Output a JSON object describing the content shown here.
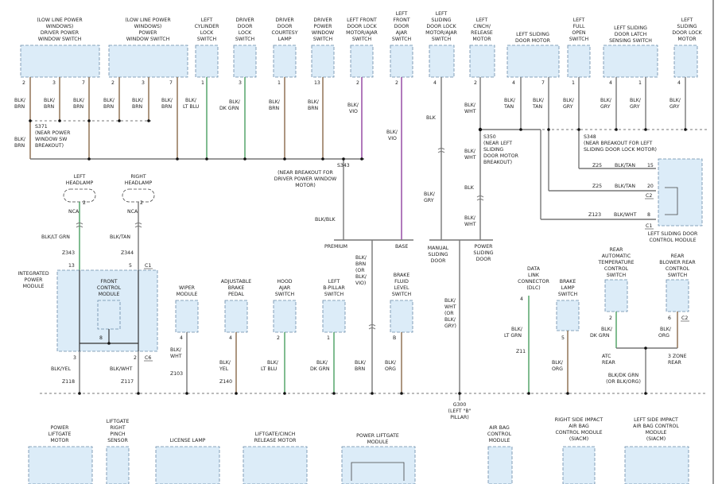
{
  "components_top": [
    {
      "id": "dpw",
      "lines": [
        "(LOW LINE POWER",
        "WINDOWS)",
        "DRIVER POWER",
        "WINDOW SWITCH"
      ],
      "pins": [
        "2",
        "3",
        "7"
      ]
    },
    {
      "id": "ppw",
      "lines": [
        "(LOW LINE POWER",
        "WINDOWS)",
        "POWER",
        "WINDOW SWITCH"
      ],
      "pins": [
        "2",
        "3",
        "7"
      ]
    },
    {
      "id": "lcl",
      "lines": [
        "LEFT",
        "CYLINDER",
        "LOCK",
        "SWITCH"
      ],
      "pins": [
        "1"
      ]
    },
    {
      "id": "ddl",
      "lines": [
        "DRIVER",
        "DOOR",
        "LOCK",
        "SWITCH"
      ],
      "pins": [
        "3"
      ]
    },
    {
      "id": "ddc",
      "lines": [
        "DRIVER",
        "DOOR",
        "COURTESY",
        "LAMP"
      ],
      "pins": [
        "1"
      ]
    },
    {
      "id": "dpws",
      "lines": [
        "DRIVER",
        "POWER",
        "WINDOW",
        "SWITCH"
      ],
      "pins": [
        "13"
      ]
    },
    {
      "id": "lfdl",
      "lines": [
        "LEFT FRONT",
        "DOOR LOCK",
        "MOTOR/AJAR",
        "SWITCH"
      ],
      "pins": [
        "2"
      ]
    },
    {
      "id": "lfda",
      "lines": [
        "LEFT",
        "FRONT",
        "DOOR",
        "AJAR",
        "SWITCH"
      ],
      "pins": [
        "2"
      ]
    },
    {
      "id": "lsdl",
      "lines": [
        "LEFT",
        "SLIDING",
        "DOOR LOCK",
        "MOTOR/AJAR",
        "SWITCH"
      ],
      "pins": [
        "4"
      ]
    },
    {
      "id": "lcr",
      "lines": [
        "LEFT",
        "CINCH/",
        "RELEASE",
        "MOTOR"
      ],
      "pins": [
        "2"
      ]
    },
    {
      "id": "lsdm",
      "lines": [
        "LEFT SLIDING",
        "DOOR MOTOR"
      ],
      "pins": [
        "4",
        "7"
      ]
    },
    {
      "id": "lfo",
      "lines": [
        "LEFT",
        "FULL",
        "OPEN",
        "SWITCH"
      ],
      "pins": [
        "1"
      ]
    },
    {
      "id": "lsdls",
      "lines": [
        "LEFT SLIDING",
        "DOOR LATCH",
        "SENSING SWITCH"
      ],
      "pins": [
        "4",
        "1"
      ]
    },
    {
      "id": "lsdlm",
      "lines": [
        "LEFT",
        "SLIDING",
        "DOOR LOCK",
        "MOTOR"
      ],
      "pins": [
        "4"
      ]
    }
  ],
  "wire_labels_top": [
    [
      "BLK/",
      "BRN"
    ],
    [
      "BLK/",
      "BRN"
    ],
    [
      "BLK/",
      "BRN"
    ],
    [
      "BLK/",
      "BRN"
    ],
    [
      "BLK/",
      "BRN"
    ],
    [
      "BLK/",
      "BRN"
    ],
    [
      "BLK/",
      "LT BLU"
    ],
    [
      "BLK/",
      "DK GRN"
    ],
    [
      "BLK/",
      "BRN"
    ],
    [
      "BLK/",
      "BRN"
    ],
    [
      "BLK/",
      "VIO"
    ],
    [
      "BLK/",
      "VIO"
    ],
    [
      "BLK"
    ],
    [
      "BLK/",
      "WHT"
    ],
    [
      "BLK/",
      "TAN"
    ],
    [
      "BLK/",
      "TAN"
    ],
    [
      "BLK/",
      "GRY"
    ],
    [
      "BLK/",
      "GRY"
    ],
    [
      "BLK/",
      "GRY"
    ],
    [
      "BLK/",
      "GRY"
    ]
  ],
  "splices": {
    "s371": [
      "S371",
      "(NEAR POWER",
      "WINDOW SW",
      "BREAKOUT)"
    ],
    "s343": [
      "S343",
      "(NEAR BREAKOUT FOR",
      "DRIVER POWER WINDOW",
      "MOTOR)"
    ],
    "s350": [
      "S350",
      "(NEAR LEFT",
      "SLIDING",
      "DOOR MOTOR",
      "BREAKOUT)"
    ],
    "s348": [
      "S348",
      "(NEAR BREAKOUT FOR LEFT",
      "SLIDING DOOR LOCK MOTOR)"
    ],
    "s300": [
      "G300",
      "(LEFT \"B\"",
      "PILLAR)"
    ]
  },
  "left_sliding_ctrl": {
    "title": [
      "LEFT SLIDING DOOR",
      "CONTROL MODULE"
    ],
    "rows": [
      {
        "circuit": "Z25",
        "color": "BLK/TAN",
        "pin": "15"
      },
      {
        "circuit": "Z25",
        "color": "BLK/TAN",
        "pin": "20"
      },
      {
        "circuit": "Z123",
        "color": "BLK/WHT",
        "pin": "8"
      }
    ],
    "conn1": "C2",
    "conn2": "C1"
  },
  "headlamps": {
    "left": {
      "lines": [
        "LEFT",
        "HEADLAMP"
      ],
      "nca": "NCA",
      "pin": "2",
      "wire": "BLK/LT GRN",
      "circuit": "Z343"
    },
    "right": {
      "lines": [
        "RIGHT",
        "HEADLAMP"
      ],
      "nca": "NCA",
      "pin": "2",
      "wire": "BLK/TAN",
      "circuit": "Z344"
    }
  },
  "ipm": {
    "title": [
      "INTEGRATED",
      "POWER",
      "MODULE"
    ],
    "fcm": [
      "FRONT",
      "CONTROL",
      "MODULE"
    ],
    "pin13": "13",
    "pin5": "5",
    "c1": "C1",
    "pin8": "8",
    "pin3": "3",
    "pin2": "2",
    "c6": "C6",
    "wire_left": "BLK/YEL",
    "wire_right": "BLK/WHT",
    "circ_left": "Z118",
    "circ_right": "Z117"
  },
  "middle_labels": {
    "blkblk": "BLK/BLK",
    "premium": "PREMIUM",
    "base": "BASE",
    "blk_gry": [
      "BLK/",
      "GRY"
    ],
    "blk_vio": [
      "BLK/",
      "VIO"
    ],
    "blk_wht": [
      "BLK/",
      "WHT"
    ],
    "blk": "BLK",
    "manual": [
      "MANUAL",
      "SLIDING",
      "DOOR"
    ],
    "power": [
      "POWER",
      "SLIDING",
      "DOOR"
    ],
    "brn_or": [
      "BLK/",
      "BRN",
      "(OR",
      "BLK/",
      "VIO)"
    ],
    "wht_or": [
      "BLK/",
      "WHT",
      "(OR",
      "BLK/",
      "GRY)"
    ]
  },
  "components_mid": [
    {
      "lines": [
        "WIPER",
        "MODULE"
      ],
      "pin": "4",
      "wire": [
        "BLK/",
        "WHT"
      ],
      "circuit": "Z103"
    },
    {
      "lines": [
        "ADJUSTABLE",
        "BRAKE",
        "PEDAL"
      ],
      "pin": "4",
      "wire": [
        "BLK/",
        "YEL"
      ],
      "circuit": "Z140"
    },
    {
      "lines": [
        "HOOD",
        "AJAR",
        "SWITCH"
      ],
      "pin": "2",
      "wire": [
        "BLK/",
        "LT BLU"
      ],
      "circuit": ""
    },
    {
      "lines": [
        "LEFT",
        "B-PILLAR",
        "SWITCH"
      ],
      "pin": "1",
      "wire": [
        "BLK/",
        "DK GRN"
      ],
      "circuit": ""
    },
    {
      "lines": [
        "BRAKE",
        "FLUID",
        "LEVEL",
        "SWITCH"
      ],
      "pin": "B",
      "wire": [
        "BLK/",
        "ORG"
      ],
      "circuit": ""
    },
    {
      "lines": [
        "DATA",
        "LINK",
        "CONNECTOR",
        "(DLC)"
      ],
      "pin": "4",
      "wire": [
        "BLK/",
        "LT GRN"
      ],
      "circuit": "Z11"
    },
    {
      "lines": [
        "BRAKE",
        "LAMP",
        "SWITCH"
      ],
      "pin": "5",
      "wire": [
        "BLK/",
        "ORG"
      ],
      "circuit": ""
    },
    {
      "lines": [
        "REAR",
        "AUTOMATIC",
        "TEMPERATURE",
        "CONTROL",
        "SWITCH"
      ],
      "pin": "2",
      "wire": [
        "BLK/",
        "DK GRN"
      ],
      "circuit": ""
    },
    {
      "lines": [
        "REAR",
        "BLOWER REAR",
        "CONTROL",
        "SWITCH"
      ],
      "pin": "6",
      "wire": [
        "BLK/",
        "ORG"
      ],
      "circuit": "",
      "conn": "C2"
    }
  ],
  "rear_labels": {
    "atc": [
      "ATC",
      "REAR"
    ],
    "zone3": [
      "3 ZONE",
      "REAR"
    ],
    "mix": [
      "BLK/DK GRN",
      "(OR BLK/ORG)"
    ]
  },
  "components_bottom": [
    {
      "lines": [
        "POWER",
        "LIFTGATE",
        "MOTOR"
      ]
    },
    {
      "lines": [
        "LIFTGATE",
        "RIGHT",
        "PINCH",
        "SENSOR"
      ]
    },
    {
      "lines": [
        "LICENSE LAMP"
      ]
    },
    {
      "lines": [
        "LIFTGATE/CINCH",
        "RELEASE MOTOR"
      ]
    },
    {
      "lines": [
        "POWER LIFTGATE",
        "MODULE"
      ]
    },
    {
      "lines": [
        "AIR BAG",
        "CONTROL",
        "MODULE"
      ]
    },
    {
      "lines": [
        "RIGHT SIDE IMPACT",
        "AIR BAG",
        "CONTROL MODULE",
        "(SIACM)"
      ]
    },
    {
      "lines": [
        "LEFT SIDE IMPACT",
        "AIR BAG CONTROL",
        "MODULE",
        "(SIACM)"
      ]
    }
  ]
}
